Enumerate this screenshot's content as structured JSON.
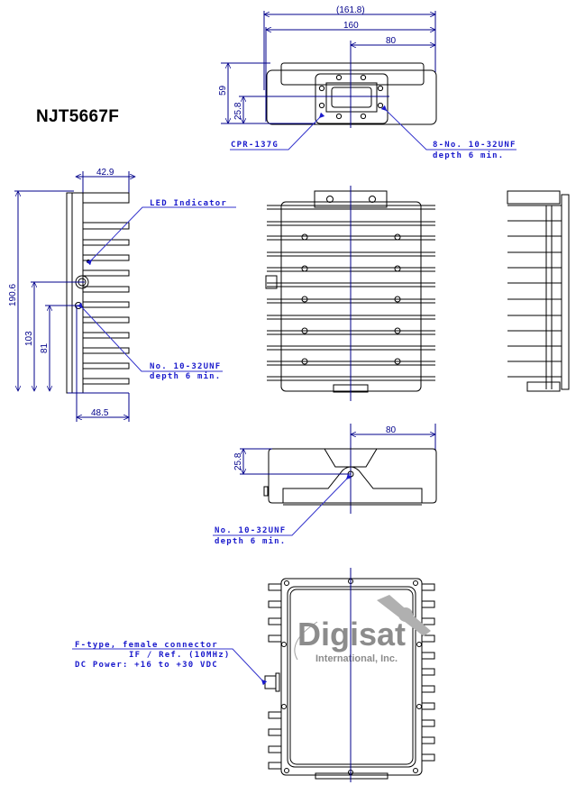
{
  "title": "NJT5667F",
  "views": {
    "top": {
      "dims": {
        "overall_ref": "(161.8)",
        "overall": "160",
        "half": "80",
        "height": "59",
        "flange_center": "25.8"
      },
      "notes": {
        "flange": "CPR-137G",
        "holes_line1": "8-No. 10-32UNF",
        "holes_line2": "depth 6 min."
      }
    },
    "left_side": {
      "dims": {
        "width_top": "42.9",
        "height": "190.6",
        "connector_height": "103",
        "mount_hole_height": "81",
        "width_bottom": "48.5"
      },
      "notes": {
        "led": "LED Indicator",
        "hole_line1": "No. 10-32UNF",
        "hole_line2": "depth 6 min."
      }
    },
    "bottom": {
      "dims": {
        "half": "80",
        "hole_offset": "25.8"
      },
      "notes": {
        "hole_line1": "No. 10-32UNF",
        "hole_line2": "depth 6 min."
      }
    },
    "rear": {
      "notes": {
        "connector_line1": "F-type, female connector",
        "connector_line2": "IF / Ref. (10MHz)",
        "connector_line3": "DC Power: +16 to +30 VDC"
      },
      "logo": {
        "name": "Digisat",
        "tagline": "International, Inc."
      }
    }
  },
  "colors": {
    "dimension": "#00008b",
    "leader": "#3333cc",
    "outline": "#000000",
    "logo": "#8c8c8c"
  }
}
